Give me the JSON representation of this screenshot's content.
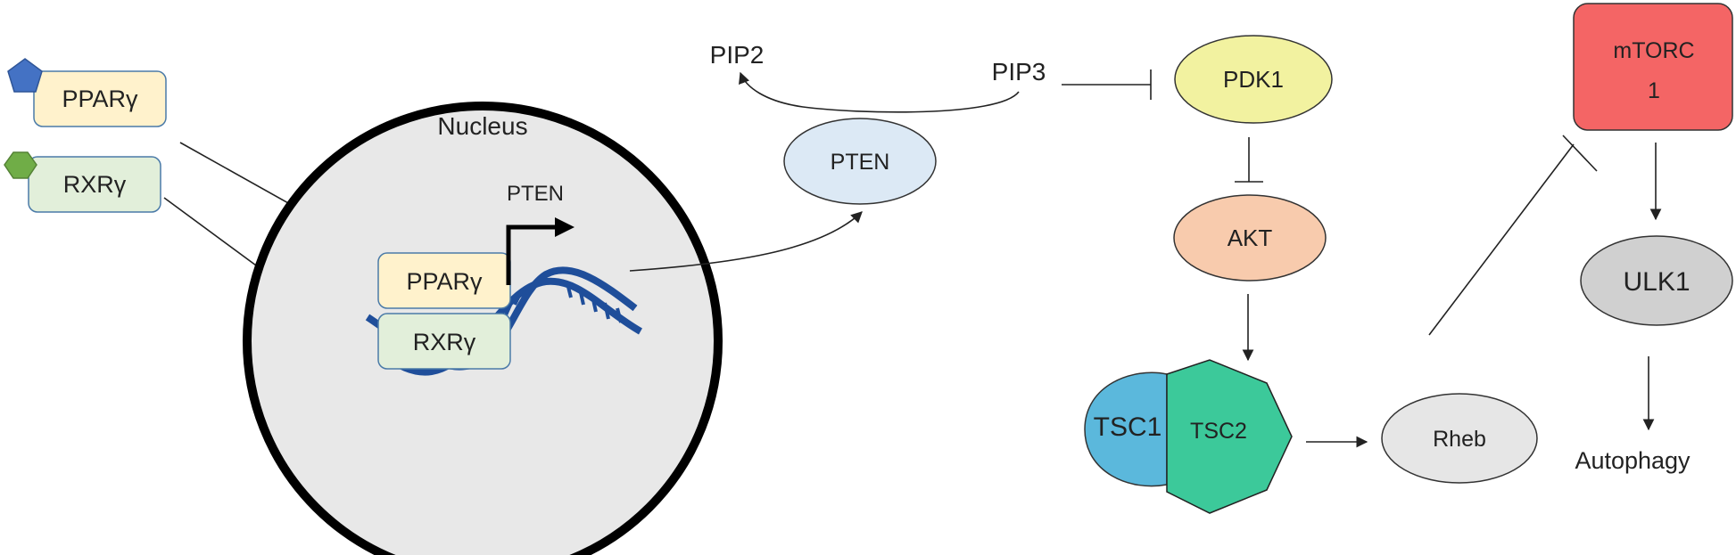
{
  "left_proteins": {
    "ppar_label": "PPARγ",
    "rxr_label": "RXRγ"
  },
  "nucleus": {
    "title": "Nucleus",
    "ppar_label": "PPARγ",
    "rxr_label": "RXRγ",
    "gene_label": "PTEN"
  },
  "pathway": {
    "pip2": "PIP2",
    "pip3": "PIP3",
    "pten": "PTEN",
    "pdk1": "PDK1",
    "akt": "AKT",
    "tsc1": "TSC1",
    "tsc2": "TSC2",
    "rheb": "Rheb",
    "mtorc_line1": "mTORC",
    "mtorc_line2": "1",
    "ulk1": "ULK1",
    "autophagy": "Autophagy"
  },
  "colors": {
    "ppar_fill": "#fff2cc",
    "rxr_fill": "#e2efda",
    "pentagon": "#4472c4",
    "hexagon": "#70ad47",
    "nucleus_fill": "#e8e8e8",
    "dna": "#1f4e9a",
    "pten_fill": "#dce9f5",
    "pdk1_fill": "#f2f2a0",
    "akt_fill": "#f8cbad",
    "tsc1_fill": "#5bb8dc",
    "tsc2_fill": "#3cc99a",
    "rheb_fill": "#e6e6e6",
    "mtorc_fill": "#f46565",
    "ulk1_fill": "#d0d0d0"
  }
}
